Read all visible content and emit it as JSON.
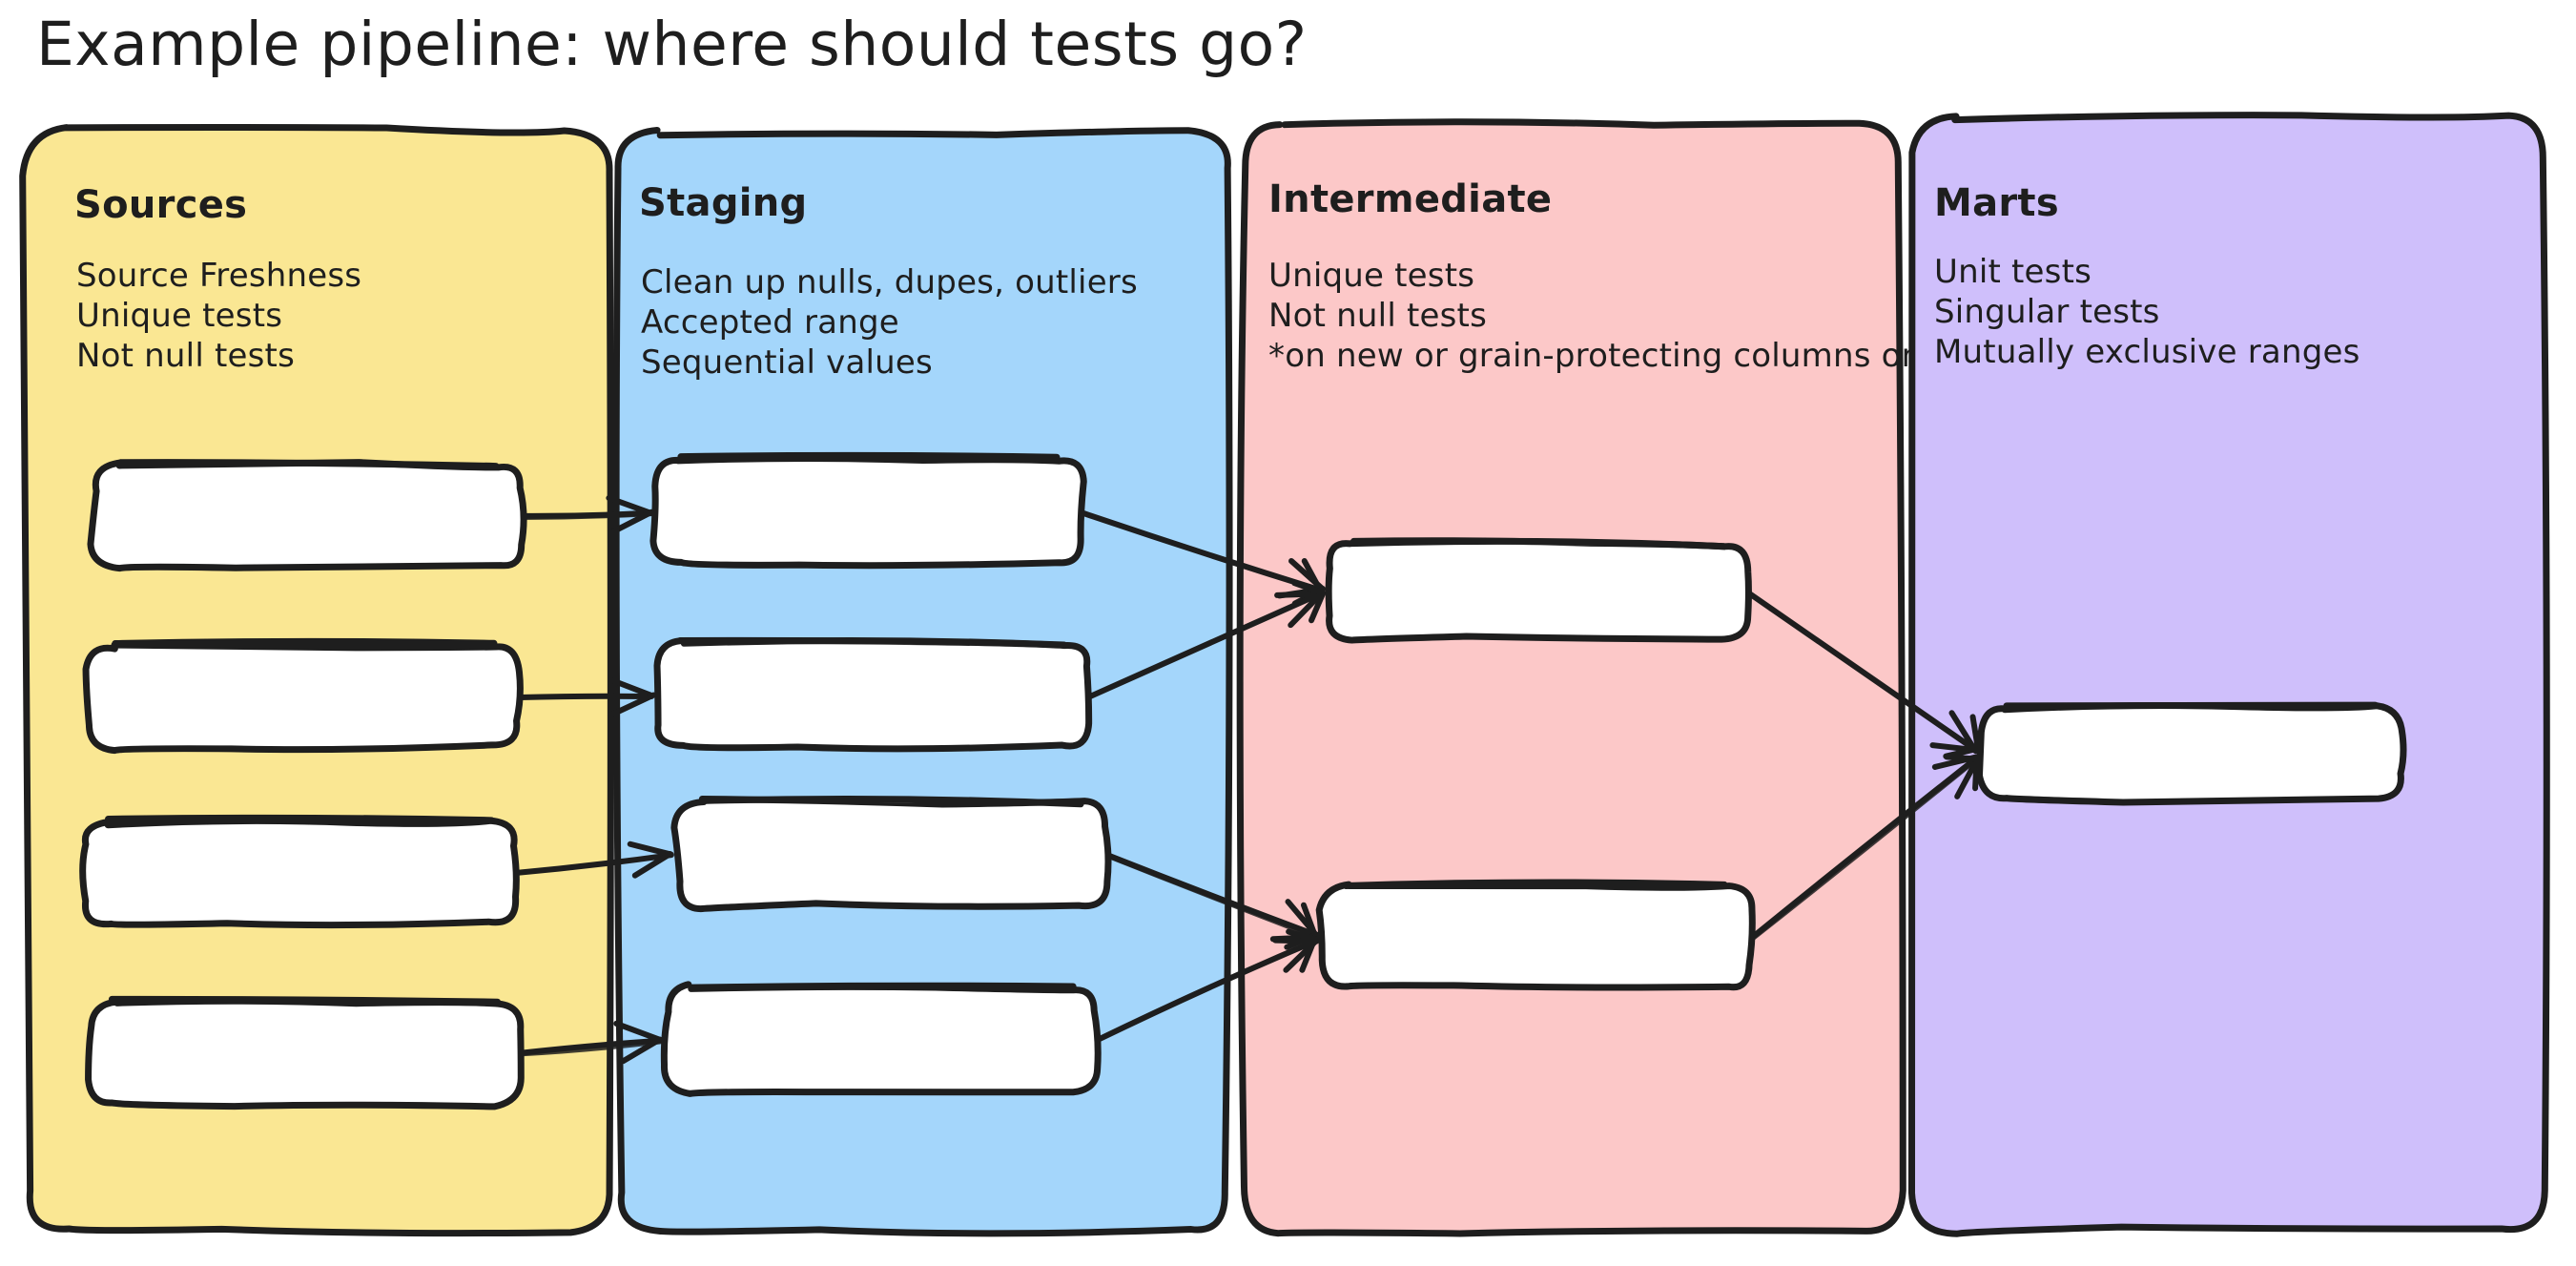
{
  "diagram": {
    "title": "Example pipeline: where should tests go?",
    "background": "#ffffff",
    "stroke_color": "#1e1e1e",
    "node_fill": "#ffffff",
    "columns": [
      {
        "id": "sources",
        "title": "Sources",
        "fill": "#fae793",
        "lines": [
          "Source Freshness",
          "Unique tests",
          "Not null tests"
        ],
        "node_count": 4
      },
      {
        "id": "staging",
        "title": "Staging",
        "fill": "#a4d6fb",
        "lines": [
          "Clean up nulls, dupes, outliers",
          "Accepted range",
          "Sequential values"
        ],
        "node_count": 4
      },
      {
        "id": "intermediate",
        "title": "Intermediate",
        "fill": "#fcc8c8",
        "lines": [
          "Unique tests",
          "Not null tests",
          "*on new or grain-protecting columns only"
        ],
        "node_count": 2
      },
      {
        "id": "marts",
        "title": "Marts",
        "fill": "#cfbffb",
        "lines": [
          "Unit tests",
          "Singular tests",
          "Mutually exclusive ranges"
        ],
        "node_count": 1
      }
    ],
    "edges": [
      {
        "from": "sources-node-1",
        "to": "staging-node-1"
      },
      {
        "from": "sources-node-2",
        "to": "staging-node-2"
      },
      {
        "from": "sources-node-3",
        "to": "staging-node-3"
      },
      {
        "from": "sources-node-4",
        "to": "staging-node-4"
      },
      {
        "from": "staging-node-1",
        "to": "intermediate-node-1"
      },
      {
        "from": "staging-node-2",
        "to": "intermediate-node-1"
      },
      {
        "from": "staging-node-3",
        "to": "intermediate-node-2"
      },
      {
        "from": "staging-node-4",
        "to": "intermediate-node-2"
      },
      {
        "from": "intermediate-node-1",
        "to": "marts-node-1"
      },
      {
        "from": "intermediate-node-2",
        "to": "marts-node-1"
      }
    ]
  }
}
